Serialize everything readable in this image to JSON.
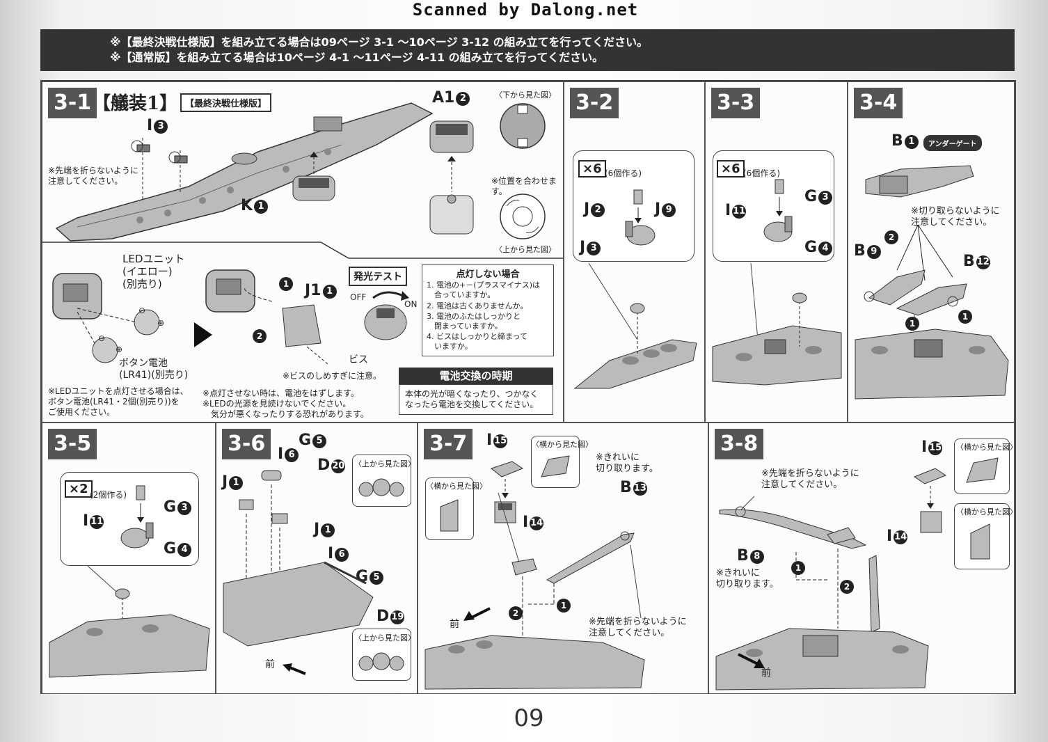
{
  "header": {
    "scan_title": "Scanned by Dalong.net",
    "notice_line1": "※【最終決戦仕様版】を組み立てる場合は09ページ 3-1 ～10ページ 3-12 の組み立てを行ってください。",
    "notice_line2": "※【通常版】を組み立てる場合は10ページ 4-1 ～11ページ 4-11 の組み立てを行ってください。"
  },
  "step_3_1": {
    "number": "3-1",
    "title": "【艤装1】",
    "tag": "【最終決戦仕様版】",
    "part_i3": "I",
    "part_i3_num": "3",
    "part_k1": "K",
    "part_k1_num": "1",
    "part_a12": "A1",
    "part_a12_num": "2",
    "note_tip": "※先端を折らないように\n注意してください。",
    "view_bottom": "〈下から見た図〉",
    "view_top": "〈上から見た図〉",
    "note_align": "※位置を合わせます。",
    "led_unit": "LEDユニット\n(イエロー)\n(別売り)",
    "battery": "ボタン電池\n(LR41)(別売り)",
    "note_led": "※LEDユニットを点灯させる場合は、\nボタン電池(LR41・2個(別売り))を\nご使用ください。",
    "part_j11": "J1",
    "part_j11_num": "1",
    "screw": "ビス",
    "note_screw": "※ビスのしめすぎに注意。",
    "note_light_off": "※点灯させない時は、電池をはずします。\n※LEDの光源を見続けないでください。\n　気分が悪くなったりする恐れがあります。",
    "test_label": "発光テスト",
    "off": "OFF",
    "on": "ON",
    "trouble_title": "点灯しない場合",
    "trouble_items": [
      "1. 電池の+－(プラスマイナス)は\n　合っていますか。",
      "2. 電池は古くありませんか。",
      "3. 電池のふたはしっかりと\n　閉まっていますか。",
      "4. ビスはしっかりと締まって\n　いますか。"
    ],
    "battery_change_title": "電池交換の時期",
    "battery_change_text": "本体の光が暗くなったり、つかなく\nなったら電池を交換してください。"
  },
  "step_3_2": {
    "number": "3-2",
    "multiplier": "×6",
    "multiplier_note": "(6個作る)",
    "j2": "J",
    "j2_num": "2",
    "j9": "J",
    "j9_num": "9",
    "j3": "J",
    "j3_num": "3"
  },
  "step_3_3": {
    "number": "3-3",
    "multiplier": "×6",
    "multiplier_note": "(6個作る)",
    "g3": "G",
    "g3_num": "3",
    "i11": "I",
    "i11_num": "11",
    "g4": "G",
    "g4_num": "4"
  },
  "step_3_4": {
    "number": "3-4",
    "b1": "B",
    "b1_num": "1",
    "under_gate": "アンダーゲート",
    "note_cut": "※切り取らないように\n注意してください。",
    "b9": "B",
    "b9_num": "9",
    "b12": "B",
    "b12_num": "12"
  },
  "step_3_5": {
    "number": "3-5",
    "multiplier": "×2",
    "multiplier_note": "(2個作る)",
    "g3": "G",
    "g3_num": "3",
    "i11": "I",
    "i11_num": "11",
    "g4": "G",
    "g4_num": "4"
  },
  "step_3_6": {
    "number": "3-6",
    "j1": "J",
    "j1_num": "1",
    "i6": "I",
    "i6_num": "6",
    "g5": "G",
    "g5_num": "5",
    "d20": "D",
    "d20_num": "20",
    "d19": "D",
    "d19_num": "19",
    "view_top": "〈上から見た図〉",
    "front": "前"
  },
  "step_3_7": {
    "number": "3-7",
    "i15": "I",
    "i15_num": "15",
    "i14": "I",
    "i14_num": "14",
    "b13": "B",
    "b13_num": "13",
    "view_side": "〈横から見た図〉",
    "note_clean": "※きれいに\n切り取ります。",
    "note_tip": "※先端を折らないように\n注意してください。",
    "front": "前"
  },
  "step_3_8": {
    "number": "3-8",
    "i15": "I",
    "i15_num": "15",
    "i14": "I",
    "i14_num": "14",
    "b8": "B",
    "b8_num": "8",
    "view_side": "〈横から見た図〉",
    "note_tip": "※先端を折らないように\n注意してください。",
    "note_clean": "※きれいに\n切り取ります。",
    "front": "前"
  },
  "footer": {
    "page_number": "09"
  }
}
